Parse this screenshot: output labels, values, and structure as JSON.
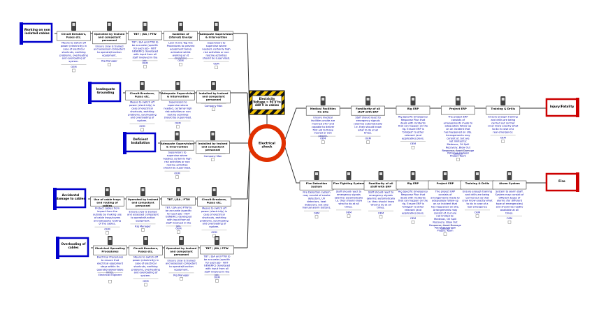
{
  "hazard": {
    "label": "Electrical shock",
    "top_event_label": "Electricity Voltage > 50 V to 440 V in cables"
  },
  "threats": [
    {
      "id": "t1",
      "label": "Working on non isolated cables",
      "barriers": [
        {
          "title": "Circuit Breakers, Fuses etc.",
          "desc": "Means to switch off power (electricity) in case of electrical shortcuts, earthing problems, overheating and overloading of system.",
          "owner": "OEM"
        },
        {
          "title": "Operated by trained and competent personnel",
          "desc": "Ensure crew is trained and assessed competent to operate/function equipment.",
          "owner": "Rig Manager"
        },
        {
          "title": "TBT / JSA / PTW",
          "desc": "TBT / JSA and PTW to be accurate (specific for each job - NOT GENERIC) developed with input from all staff involved in the job.",
          "owner": "OEM"
        },
        {
          "title": "Isolation of (Stored) Energy",
          "desc": "Lock Out & Tag Out Procedures to prevent equipment being activated whilst working on it (isolation)",
          "owner": "OEM"
        },
        {
          "title": "Adequate Supervision & Intervention",
          "desc": "Supervisors to supervise where needed, certainly high risk activities or non routine activities should be supervised.",
          "owner": "OEM"
        }
      ]
    },
    {
      "id": "t2",
      "label": "Inadequate Grounding",
      "barriers": [
        {
          "title": "Circuit Breakers, Fuses etc.",
          "desc": "Means to switch off power (electricity) in case of electrical shortcuts, earthing problems, overheating and overloading of system.",
          "owner": "OEM"
        },
        {
          "title": "Adequate Supervision & Intervention",
          "desc": "Supervisors to supervise where needed, certainly high risk activities or non routine activities should be supervised.",
          "owner": "OEM"
        },
        {
          "title": "Installed by trained and competent personnel",
          "desc": "",
          "owner": "Company Man"
        }
      ]
    },
    {
      "id": "t3",
      "label": "Deficient Installation",
      "barriers": [
        {
          "title": "Adequate Supervision & Intervention",
          "desc": "Supervisors to supervise where needed, certainly high risk activities or non routine activities should be supervised.",
          "owner": "OEM"
        },
        {
          "title": "Installed by trained and competent personnel",
          "desc": "",
          "owner": "Company Man"
        }
      ]
    },
    {
      "id": "t4",
      "label": "Accidental damage to cables",
      "barriers": [
        {
          "title": "Use of cable trays and routing of cables",
          "desc": "Protect cables from impact from the outside by making use of cable trays/covers and adequate routing of the cables.",
          "owner": "OEM"
        },
        {
          "title": "Operated by trained and competent personnel",
          "desc": "Ensure crew is trained and assessed competent to operate/function equipment.",
          "owner": "Rig Manager"
        },
        {
          "title": "TBT / JSA / PTW",
          "desc": "TBT / JSA and PTW to be accurate (specific for each job - NOT GENERIC) developed with input from all staff involved in the job.",
          "owner": "OEM"
        },
        {
          "title": "Circuit Breakers, Fuses etc.",
          "desc": "Means to switch off power (electricity) in case of electrical shortcuts, earthing problems, overheating and overloading of system.",
          "owner": "OEM"
        }
      ]
    },
    {
      "id": "t5",
      "label": "Overloading of cables",
      "barriers": [
        {
          "title": "Electrical Operating Procedures",
          "desc": "Electrical Procedures to ensure that electrical equipment stays within its operational/workable limits.",
          "owner": "Electrical Engineer"
        },
        {
          "title": "Circuit Breakers, Fuses etc.",
          "desc": "Means to switch off power (electricity) in case of electrical shortcuts, earthing problems, overheating and overloading of system.",
          "owner": "OEM"
        },
        {
          "title": "Operated by trained and competent personnel",
          "desc": "Ensure crew is trained and assessed competent to operate/function equipment.",
          "owner": "Rig Manager"
        },
        {
          "title": "TBT / JSA / PTW",
          "desc": "TBT / JSA and PTW to be accurate (specific for each job - NOT GENERIC) developed with input from all staff involved in the job.",
          "owner": "OEM"
        }
      ]
    }
  ],
  "consequences": [
    {
      "id": "c1",
      "label": "Injury/Fatality",
      "barriers": [
        {
          "title": "Medical Facilities On Site",
          "desc": "Ensure medical facilities onsite are manned 24/7 and capable to deliver first aid to those injured or sick people.",
          "owner": "OEM"
        },
        {
          "title": "Familiarity of all staff with ERP",
          "desc": "Staff should react to emergency signals (alarms) automatically i.e. they should know what to do at all times.",
          "owner": "OEM"
        },
        {
          "title": "Rig ERP",
          "desc": "Rig Specific Emergency Response Plan that deals with incidents that can happen on the rig. Ensure ERP is 'bridged' to other relevant (and applicable) plans.",
          "owner": "OEM"
        },
        {
          "title": "Project ERP",
          "desc": "The project ERP consists of arrangements made to adequately follow-up on an incident that has happened on site. Arrangements may consist of, but are not limited to: Medevac, Oil Spill Recovery, Blow Out Response, Asset Damage Control",
          "owner": "Petronas Carigali Project Team"
        },
        {
          "title": "Training & Drills",
          "desc": "Ensure enough training and drills are being carried out so that crew know exactly what to do in case of a real emergency.",
          "owner": "OEM"
        }
      ]
    },
    {
      "id": "c2",
      "label": "Fire",
      "barriers": [
        {
          "title": "Fire Detection System",
          "desc": "Fire Detection system may consist of smoke detectors, UV detectors, heat detectors, but also manual alarm buttons.",
          "owner": "OEM"
        },
        {
          "title": "Fire Fighting System",
          "desc": "Staff should react to emergency signals (alarms) automatically i.e. they should know what to do at all times.",
          "owner": "OEM"
        },
        {
          "title": "Familiarity of all staff with ERP",
          "desc": "Staff should react to emergency signals (alarms) automatically i.e. they should know what to do at all times.",
          "owner": "OEM"
        },
        {
          "title": "Rig ERP",
          "desc": "Rig Specific Emergency Response Plan that deals with incidents that can happen on the rig. Ensure ERP is 'bridged' to other relevant (and applicable) plans.",
          "owner": "OEM"
        },
        {
          "title": "Project ERP",
          "desc": "The project ERP consists of arrangements made to adequately follow-up on an incident that has happened on site. Arrangements may consist of, but are not limited to: Medevac, Oil Spill Recovery, Blow Out Response, Asset Damage Control",
          "owner": "Petronas Carigali Project Team"
        },
        {
          "title": "Training & Drills",
          "desc": "Ensure enough training and drills are being carried out so that crew know exactly what to do in case of a real emergency.",
          "owner": "OEM"
        },
        {
          "title": "Alarm System",
          "desc": "System to alarm staff. System may consist of different types of alarms (for different type of emergencies) and should be readily available at all times.",
          "owner": "OEM"
        }
      ]
    }
  ],
  "colors": {
    "threat": "#0000cc",
    "consequence": "#cc0000",
    "hazard_stripe": "#f2c300",
    "top_event": "#e03000",
    "line": "#333333",
    "barrier_border": "#444444",
    "barrier_text": "#0000aa"
  }
}
